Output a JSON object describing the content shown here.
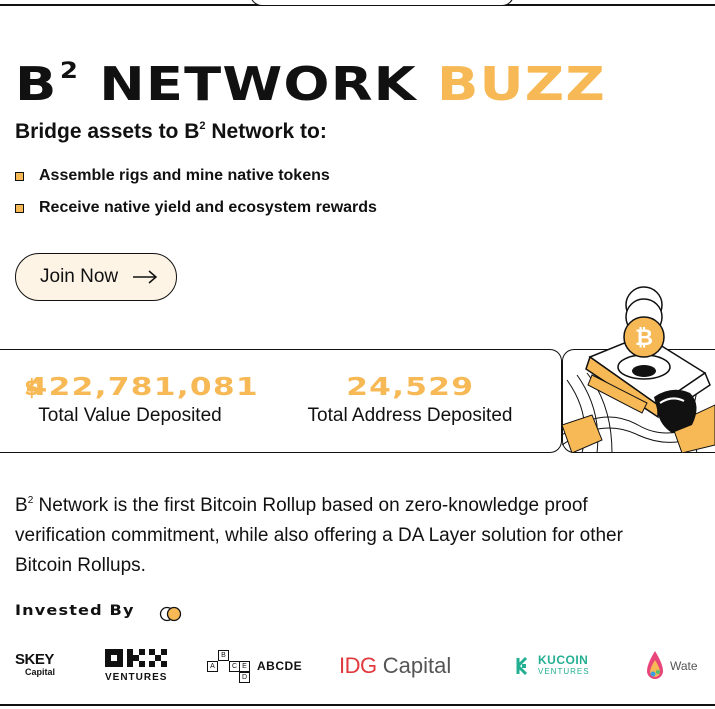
{
  "hero": {
    "brand": "B",
    "brand_sup": "2",
    "brand_rest": "NETWORK",
    "accent": "BUZZ",
    "accent_color": "#f7b955"
  },
  "bridge": {
    "subtitle_pre": "Bridge assets to B",
    "subtitle_sup": "2",
    "subtitle_post": " Network to:",
    "bullets": [
      "Assemble rigs and mine native tokens",
      "Receive native yield and ecosystem rewards"
    ]
  },
  "cta": {
    "label": "Join Now",
    "icon": "arrow-right-icon"
  },
  "stats": {
    "currency": "$",
    "tvd_value": "422,781,081",
    "tvd_label": "Total Value Deposited",
    "tad_value": "24,529",
    "tad_label": "Total Address Deposited"
  },
  "illustration": {
    "icon": "bitcoin-coin-icon"
  },
  "description": {
    "pre": "B",
    "sup": "2",
    "post": " Network is the first Bitcoin Rollup based on zero-knowledge proof verification commitment, while also offering a DA Layer solution for other Bitcoin Rollups."
  },
  "investors": {
    "title": "Invested By",
    "logos": {
      "skey_top": "SKEY",
      "skey_bottom": "Capital",
      "okx_bottom": "VENTURES",
      "abcde": "ABCDE",
      "abcde_grid": [
        "B",
        "A",
        "C",
        "E",
        "D"
      ],
      "idg_red": "IDG",
      "idg_grey": " Capital",
      "kucoin_top": "KUCOIN",
      "kucoin_bottom": "VENTURES",
      "waterdrip": "Wate"
    }
  }
}
